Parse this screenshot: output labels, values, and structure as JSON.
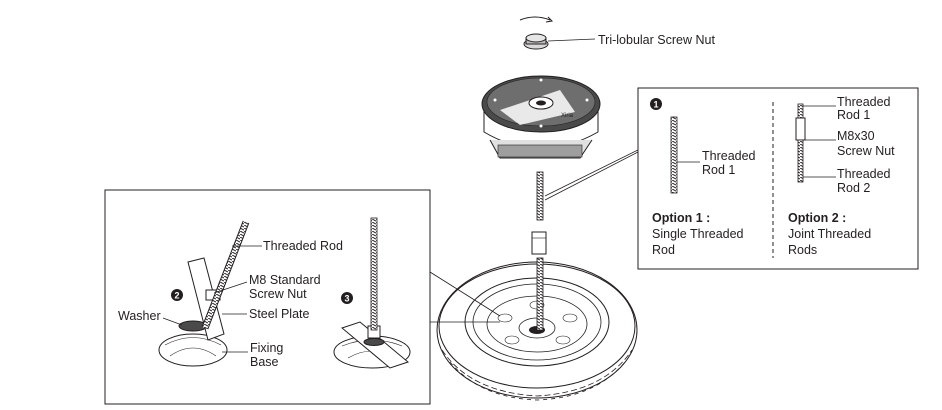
{
  "labels": {
    "tri_lobular": "Tri-lobular Screw Nut",
    "threaded_rod": "Threaded Rod",
    "m8_nut_line1": "M8 Standard",
    "m8_nut_line2": "Screw Nut",
    "steel_plate": "Steel Plate",
    "washer": "Washer",
    "fixing_base_line1": "Fixing",
    "fixing_base_line2": "Base",
    "rod1_opt1_line1": "Threaded",
    "rod1_opt1_line2": "Rod 1",
    "rod1_opt2_line1": "Threaded",
    "rod1_opt2_line2": "Rod 1",
    "m8x30_line1": "M8x30",
    "m8x30_line2": "Screw Nut",
    "rod2_line1": "Threaded",
    "rod2_line2": "Rod 2"
  },
  "options": {
    "opt1_number": "1",
    "opt1_title": "Option 1 :",
    "opt1_desc_line1": "Single Threaded",
    "opt1_desc_line2": "Rod",
    "opt2_title": "Option 2 :",
    "opt2_desc_line1": "Joint Threaded",
    "opt2_desc_line2": "Rods"
  },
  "steps": {
    "step2": "2",
    "step3": "3"
  },
  "device_text": "Xiria"
}
